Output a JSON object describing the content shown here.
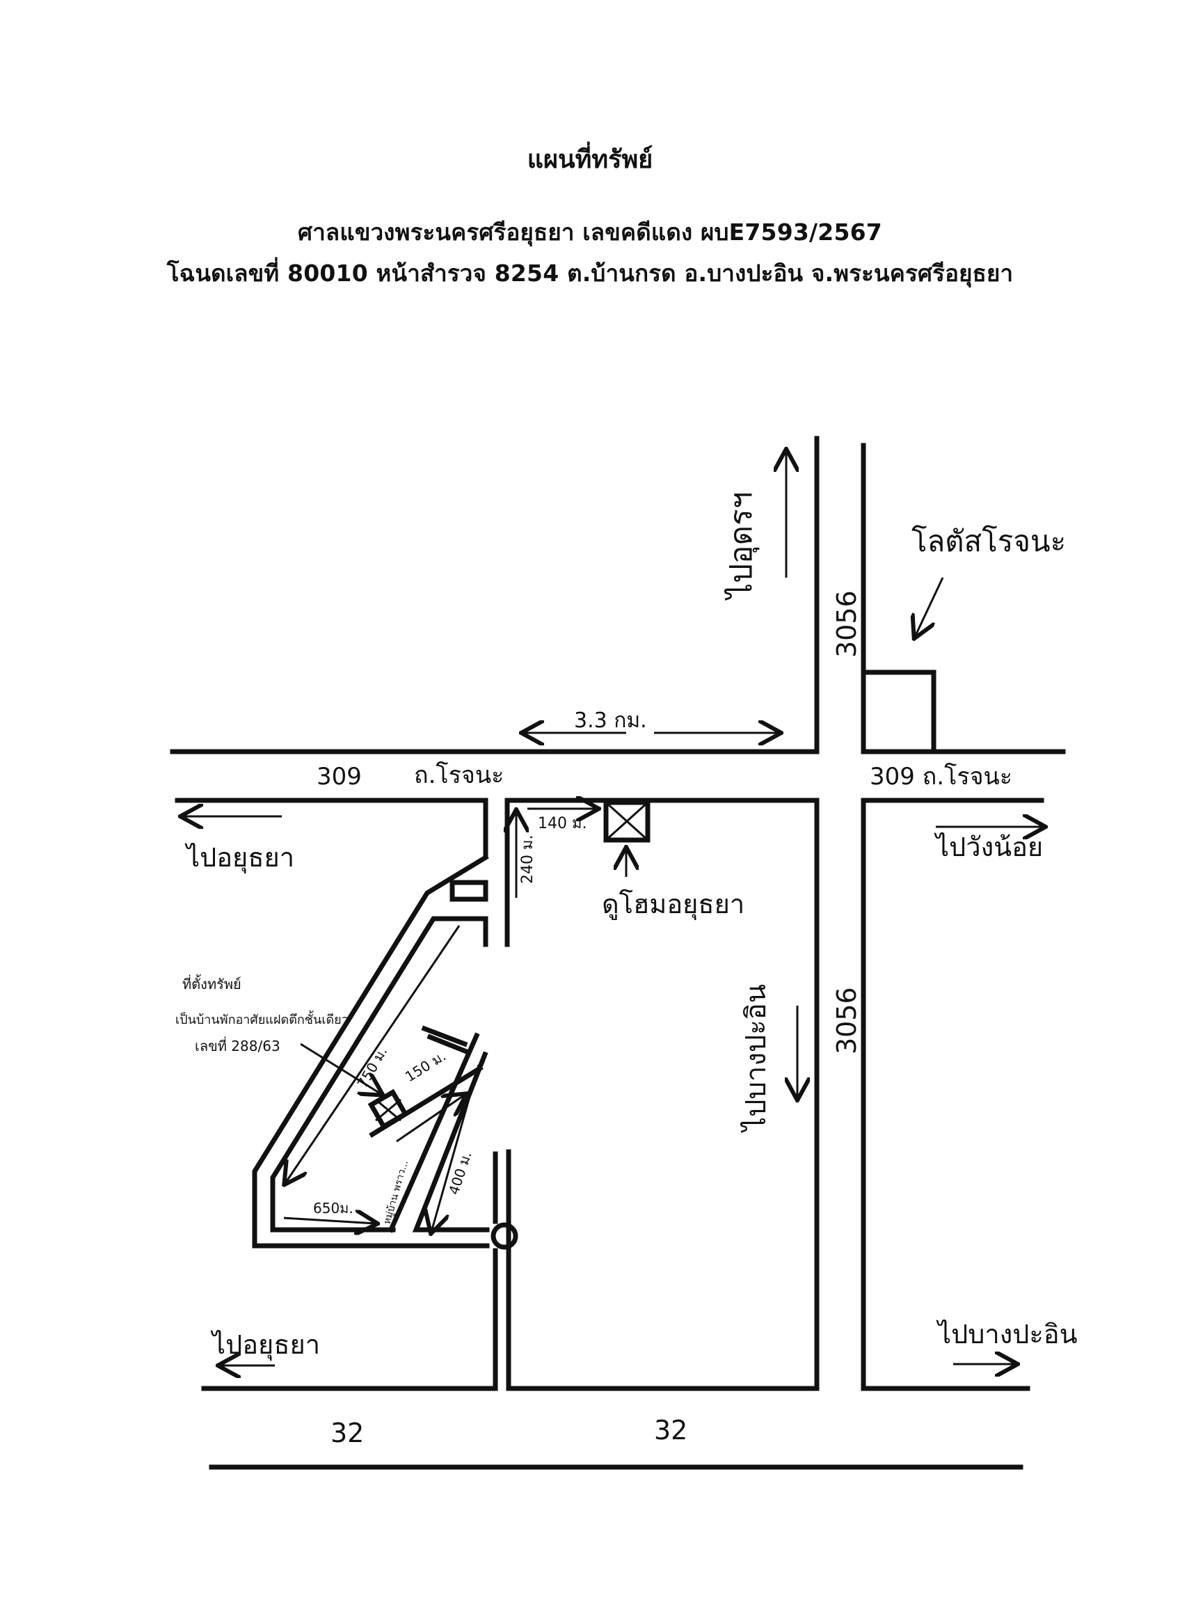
{
  "header": {
    "title": "แผนที่ทรัพย์",
    "line1": "ศาลแขวงพระนครศรีอยุธยา เลขคดีแดง ผบE7593/2567",
    "line2": "โฉนดเลขที่ 80010 หน้าสำรวจ 8254 ต.บ้านกรด อ.บางปะอิน จ.พระนครศรีอยุธยา"
  },
  "map": {
    "labels": {
      "to_udon": "ไปอุดรฯ",
      "road_3056_top": "3056",
      "lotus": "โลตัสโรจนะ",
      "distance_33": "3.3 กม.",
      "road_309_left": "309",
      "rojana_left": "ถ.โรจนะ",
      "road_309_right": "309 ถ.โรจนะ",
      "to_ayutthaya_top": "ไปอยุธยา",
      "dist_140": "140 ม.",
      "dist_240": "240 ม.",
      "dohome": "ดูโฮมอยุธยา",
      "to_wang_noi": "ไปวังน้อย",
      "property_line1": "ที่ตั้งทรัพย์",
      "property_line2": "เป็นบ้านพักอาศัยแฝดตึกชั้นเดียว",
      "property_line3": "เลขที่ 288/63",
      "dist_750": "750 ม.",
      "dist_150": "150 ม.",
      "to_bang_pa_in_mid": "ไปบางปะอิน",
      "road_3056_mid": "3056",
      "dist_400": "400 ม.",
      "dist_650": "650ม.",
      "village": "หมู่บ้าน พราว...",
      "to_ayutthaya_bottom": "ไปอยุธยา",
      "to_bang_pa_in_right": "ไปบางปะอิน",
      "road_32_left": "32",
      "road_32_right": "32"
    }
  }
}
